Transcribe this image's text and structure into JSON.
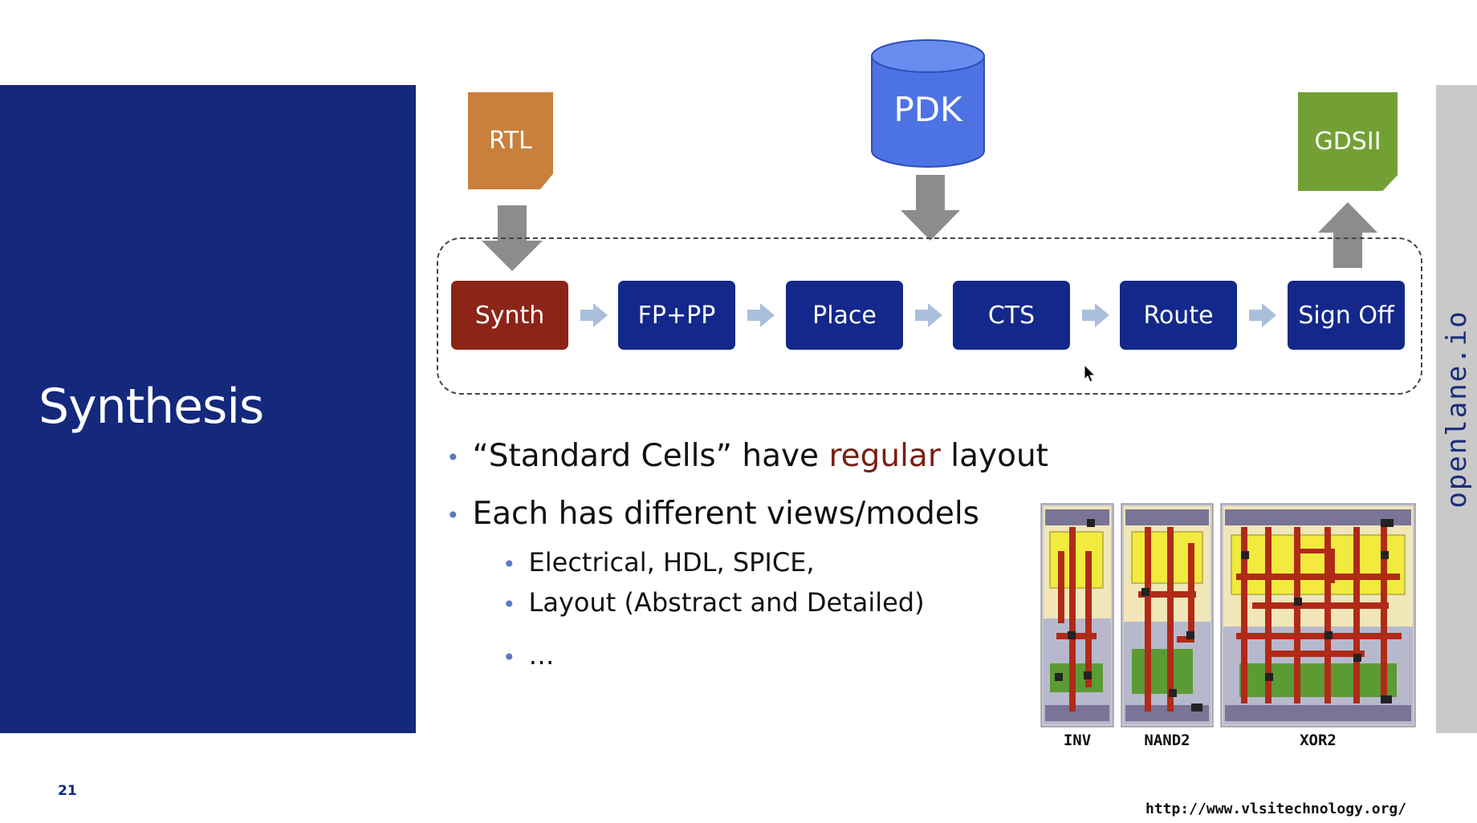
{
  "slide": {
    "title": "Synthesis",
    "number": "21",
    "side_text": "openlane.io",
    "source_url": "http://www.vlsitechnology.org/"
  },
  "flow": {
    "inputs": {
      "rtl": "RTL",
      "pdk": "PDK",
      "output": "GDSII"
    },
    "stages": [
      "Synth",
      "FP+PP",
      "Place",
      "CTS",
      "Route",
      "Sign Off"
    ]
  },
  "bullets": {
    "item1_prefix": "“Standard Cells” have ",
    "item1_highlight": "regular",
    "item1_suffix": " layout",
    "item2": "Each has different views/models",
    "sub1": "Electrical, HDL, SPICE,",
    "sub2": "Layout (Abstract and Detailed)",
    "sub3": "…"
  },
  "cells": {
    "inv": "INV",
    "nand2": "NAND2",
    "xor2": "XOR2"
  },
  "colors": {
    "panel": "#14287c",
    "stage": "#13288a",
    "synth": "#8c2418",
    "rtl": "#c8803c",
    "pdk": "#4d72e3",
    "gdsii": "#72a035",
    "highlight": "#7a1e14"
  }
}
